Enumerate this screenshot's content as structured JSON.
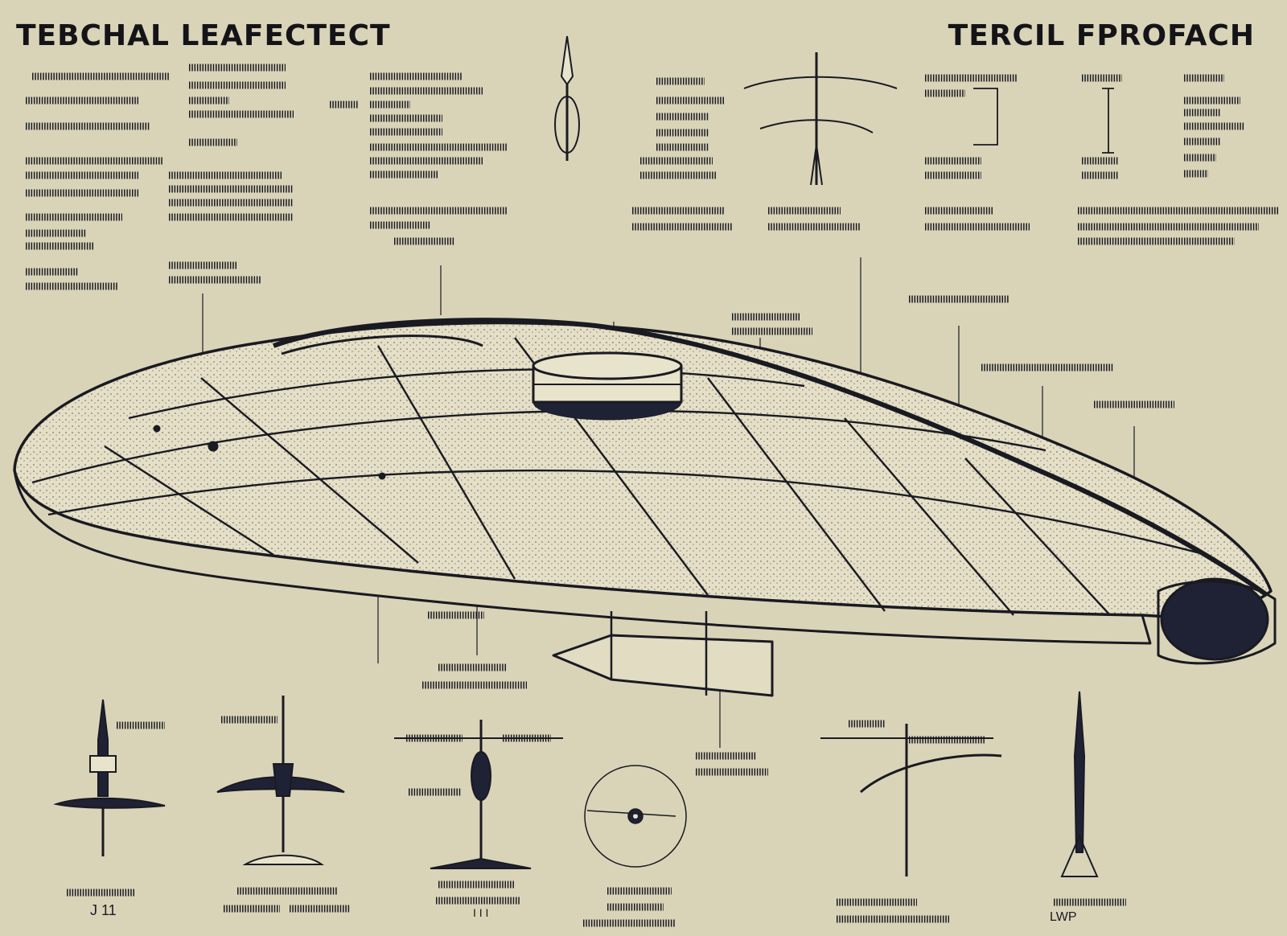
{
  "title_left": "TEBCHAL LEAFECTECT",
  "title_right": "TERCIL FPROFACH",
  "label_1": "J 11",
  "label_2": "LWP",
  "label_3": "I I I",
  "colors": {
    "background": "#d9d4b8",
    "ink": "#1a1a22"
  }
}
